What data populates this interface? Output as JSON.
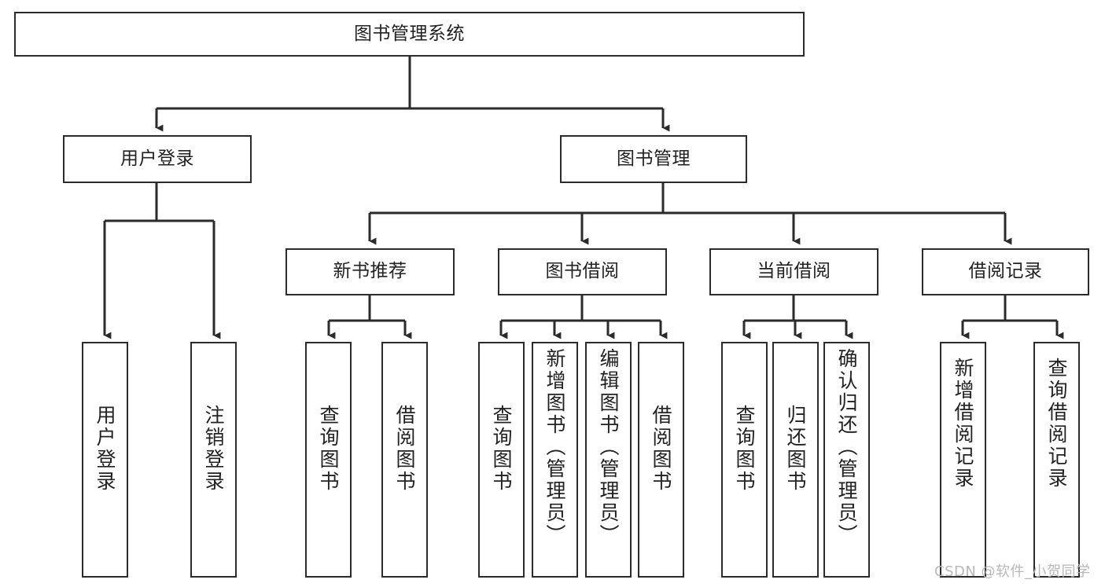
{
  "diagram": {
    "type": "tree-hierarchy",
    "title": "图书管理系统",
    "root": {
      "id": "root",
      "label": "图书管理系统",
      "orientation": "horizontal"
    },
    "level2": [
      {
        "id": "user-login",
        "label": "用户登录",
        "orientation": "horizontal"
      },
      {
        "id": "book-manage",
        "label": "图书管理",
        "orientation": "horizontal"
      }
    ],
    "level3": [
      {
        "id": "new-book-rec",
        "label": "新书推荐",
        "orientation": "horizontal",
        "parent": "book-manage"
      },
      {
        "id": "book-borrow",
        "label": "图书借阅",
        "orientation": "horizontal",
        "parent": "book-manage"
      },
      {
        "id": "current-borrow",
        "label": "当前借阅",
        "orientation": "horizontal",
        "parent": "book-manage"
      },
      {
        "id": "borrow-record",
        "label": "借阅记录",
        "orientation": "horizontal",
        "parent": "book-manage"
      }
    ],
    "leaves": [
      {
        "id": "leaf-user-login",
        "label": "用户登录",
        "parent": "user-login",
        "orientation": "vertical"
      },
      {
        "id": "leaf-user-logout",
        "label": "注销登录",
        "parent": "user-login",
        "orientation": "vertical"
      },
      {
        "id": "leaf-rec-query-book",
        "label": "查询图书",
        "parent": "new-book-rec",
        "orientation": "vertical"
      },
      {
        "id": "leaf-rec-borrow-book",
        "label": "借阅图书",
        "parent": "new-book-rec",
        "orientation": "vertical"
      },
      {
        "id": "leaf-borrow-query-book",
        "label": "查询图书",
        "parent": "book-borrow",
        "orientation": "vertical"
      },
      {
        "id": "leaf-add-book",
        "label": "新增图书（管理员）",
        "parent": "book-borrow",
        "orientation": "vertical"
      },
      {
        "id": "leaf-edit-book",
        "label": "编辑图书（管理员）",
        "parent": "book-borrow",
        "orientation": "vertical"
      },
      {
        "id": "leaf-borrow-book",
        "label": "借阅图书",
        "parent": "book-borrow",
        "orientation": "vertical"
      },
      {
        "id": "leaf-cur-query-book",
        "label": "查询图书",
        "parent": "current-borrow",
        "orientation": "vertical"
      },
      {
        "id": "leaf-return-book",
        "label": "归还图书",
        "parent": "current-borrow",
        "orientation": "vertical"
      },
      {
        "id": "leaf-confirm-return",
        "label": "确认归还（管理员）",
        "parent": "current-borrow",
        "orientation": "vertical"
      },
      {
        "id": "leaf-add-record",
        "label": "新增借阅记录",
        "parent": "borrow-record",
        "orientation": "vertical"
      },
      {
        "id": "leaf-query-record",
        "label": "查询借阅记录",
        "parent": "borrow-record",
        "orientation": "vertical"
      }
    ]
  },
  "watermark": {
    "text": "CSDN @软件_小贺同学"
  },
  "colors": {
    "stroke": "#2b2b2b",
    "text": "#222222",
    "background": "#ffffff",
    "watermark": "#b8b8b8"
  }
}
